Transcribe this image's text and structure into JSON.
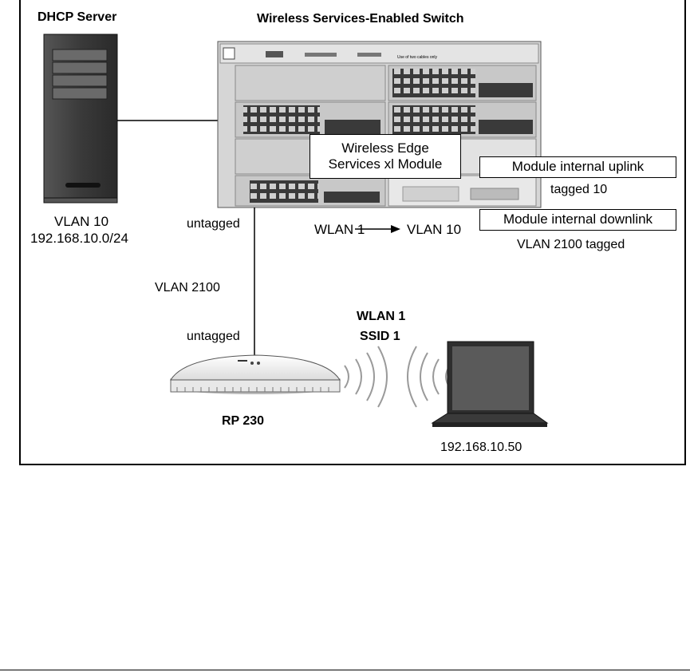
{
  "labels": {
    "dhcp_server_title": "DHCP Server",
    "switch_title": "Wireless Services-Enabled Switch",
    "server_vlan": "VLAN 10",
    "server_subnet": "192.168.10.0/24",
    "module_name_line1": "Wireless Edge",
    "module_name_line2": "Services xl Module",
    "uplink_box": "Module internal uplink",
    "uplink_tag": "tagged 10",
    "downlink_box": "Module internal downlink",
    "downlink_tag": "VLAN 2100 tagged",
    "wlan_map_from": "WLAN 1",
    "wlan_map_to": "VLAN 10",
    "switch_port_untagged": "untagged",
    "ap_vlan": "VLAN 2100",
    "ap_port_untagged": "untagged",
    "wlan_name": "WLAN 1",
    "ssid_name": "SSID 1",
    "ap_model": "RP 230",
    "client_ip": "192.168.10.50",
    "chassis_print": "Use of two cables only"
  },
  "colors": {
    "chassis": "#d6d6d6",
    "port_block": "#3a3a3a",
    "server": "#3c3c3c",
    "wave": "#9a9a9a"
  },
  "icons": [
    "server-icon",
    "switch-chassis-icon",
    "access-point-icon",
    "laptop-icon",
    "wireless-waves-icon",
    "arrow-right-icon"
  ]
}
